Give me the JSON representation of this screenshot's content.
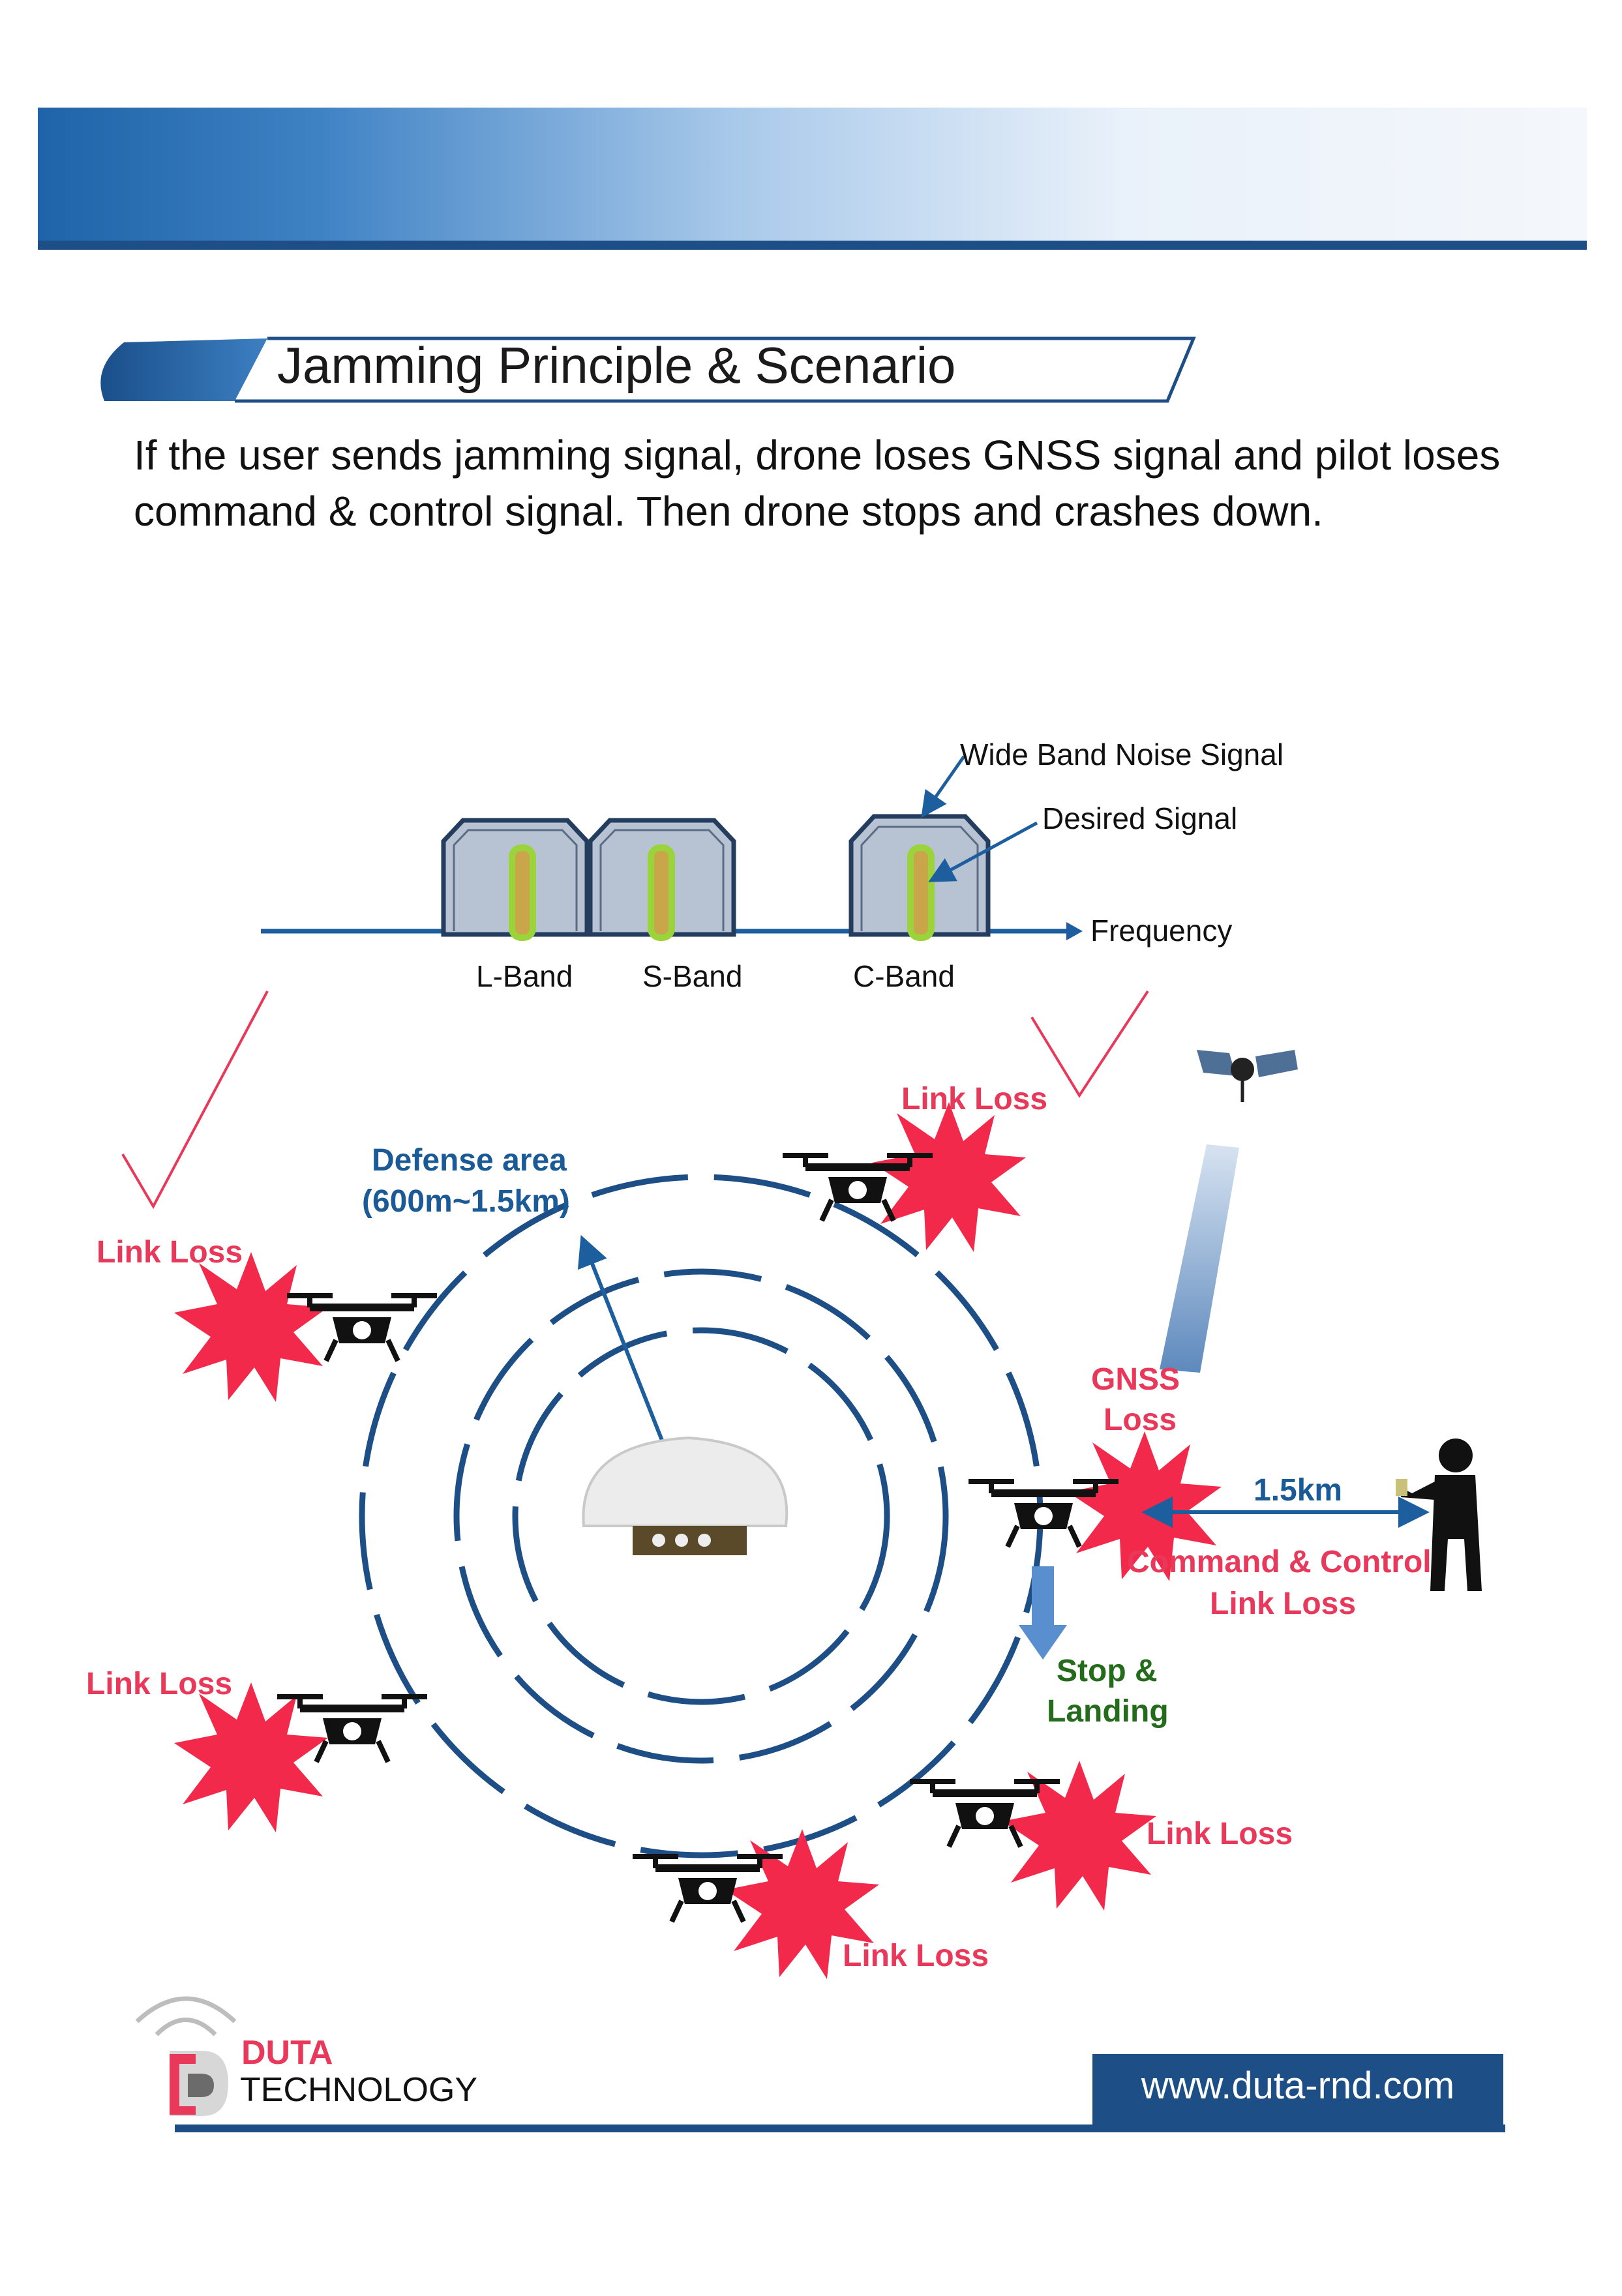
{
  "header": {
    "title": "Jamming Principle & Scenario"
  },
  "intro": "If the user sends jamming signal, drone loses GNSS signal and pilot loses command & control signal. Then drone stops and crashes down.",
  "spectrum": {
    "wide_band_label": "Wide Band Noise Signal",
    "desired_label": "Desired Signal",
    "axis_label": "Frequency",
    "bands": [
      "L-Band",
      "S-Band",
      "C-Band"
    ]
  },
  "scenario": {
    "defense_area_title": "Defense area",
    "defense_area_range": "(600m~1.5km)",
    "link_loss": "Link Loss",
    "gnss_loss_line1": "GNSS",
    "gnss_loss_line2": "Loss",
    "distance": "1.5km",
    "cc_loss_line1": "Command & Control",
    "cc_loss_line2": "Link Loss",
    "stop_line1": "Stop &",
    "stop_line2": "Landing"
  },
  "footer": {
    "brand": "DUTA",
    "brand_sub": "TECHNOLOGY",
    "url": "www.duta-rnd.com"
  },
  "colors": {
    "navy": "#1d4f86",
    "accent_red": "#e8395a",
    "burst_red": "#f2294a",
    "band_fill": "#b7c3d3",
    "signal_green": "#9bd43a"
  }
}
